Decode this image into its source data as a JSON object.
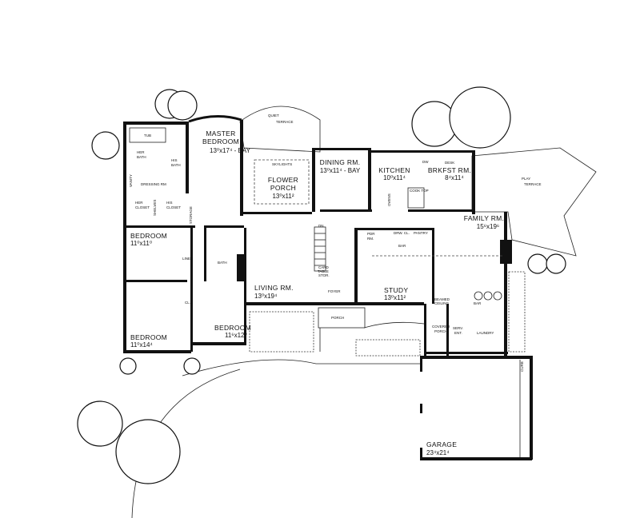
{
  "rooms": {
    "master_bedroom": {
      "name": "MASTER BEDROOM",
      "line1": "MASTER",
      "line2": "BEDROOM",
      "size": "13⁰x17⁴ - BAY"
    },
    "quiet_terrace": {
      "line1": "QUIET",
      "line2": "TERRACE"
    },
    "flower_porch": {
      "line1": "FLOWER",
      "line2": "PORCH",
      "size": "13⁰x11²",
      "note": "SKYLIGHTS"
    },
    "dining": {
      "name": "DINING RM.",
      "size": "13⁰x11⁴ - BAY"
    },
    "kitchen": {
      "name": "KITCHEN",
      "size": "10⁰x11⁴",
      "cooktop": "COOK TOP",
      "dw": "DW",
      "desk": "DESK",
      "ovens": "OVENS"
    },
    "breakfast": {
      "name": "BRKFST RM.",
      "size": "8⁴x11⁴"
    },
    "play_terrace": {
      "line1": "PLAY",
      "line2": "TERRACE"
    },
    "family": {
      "name": "FAMILY RM.",
      "size": "15⁶x19⁶"
    },
    "tub": "TUB",
    "her_bath": {
      "line1": "HER",
      "line2": "BATH"
    },
    "his_bath": {
      "line1": "HIS",
      "line2": "BATH"
    },
    "vanity": "VANITY",
    "dressing": "DRESSING RM",
    "her_closet": {
      "line1": "HER",
      "line2": "CLOSET"
    },
    "his_closet": {
      "line1": "HIS",
      "line2": "CLOSET"
    },
    "shelves": "SHELVES",
    "storage": "STORAGE",
    "bedroom1": {
      "name": "BEDROOM",
      "size": "11⁰x11⁰"
    },
    "linen": "LINEN",
    "bath": "BATH",
    "bedroom2": {
      "name": "BEDROOM",
      "size": "11⁰x14⁴"
    },
    "bedroom3": {
      "name": "BEDROOM",
      "size": "11⁶x12⁰"
    },
    "living": {
      "name": "LIVING RM.",
      "size": "13⁰x19⁴"
    },
    "stair_dn": "DN",
    "card_table": {
      "line1": "CARD",
      "line2": "TABLE",
      "line3": "STOR."
    },
    "foyer": "FOYER",
    "porch": "PORCH",
    "pdr": {
      "line1": "PDR",
      "line2": "RM."
    },
    "drw_cl": "DRW. CL.",
    "pantry": "PANTRY",
    "bar_small": "BAR",
    "study": {
      "name": "STUDY",
      "size": "13⁰x11²"
    },
    "beamed": {
      "line1": "BEAMED",
      "line2": "CEILING"
    },
    "bar": "BAR",
    "covered_porch": {
      "line1": "COVERED",
      "line2": "PORCH"
    },
    "serv_ent": {
      "line1": "SERV.",
      "line2": "ENT."
    },
    "laundry": "LAUNDRY",
    "garage": {
      "name": "GARAGE",
      "size": "23⁴x21⁴",
      "curb": "CURB"
    },
    "cl": "CL."
  }
}
